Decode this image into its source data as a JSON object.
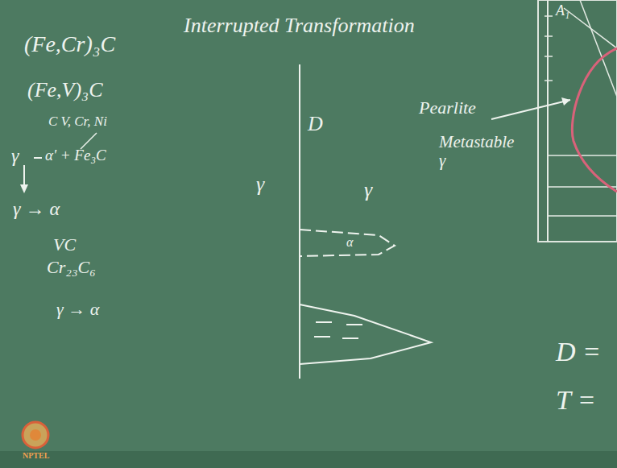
{
  "diagram": {
    "title": "Interrupted Transformation",
    "labels": [
      "(Fe,Cr)₃C",
      "(Fe,V)₃C",
      "C V, Cr, Ni",
      "γ",
      "α' + Fe₃C",
      "γ → α",
      "VC",
      "Cr₂₃C₆",
      "γ → α",
      "D",
      "γ",
      "γ",
      "α",
      "Pearlite",
      "Metastable γ",
      "A₁",
      "D =",
      "T =",
      "NPTEL"
    ]
  }
}
